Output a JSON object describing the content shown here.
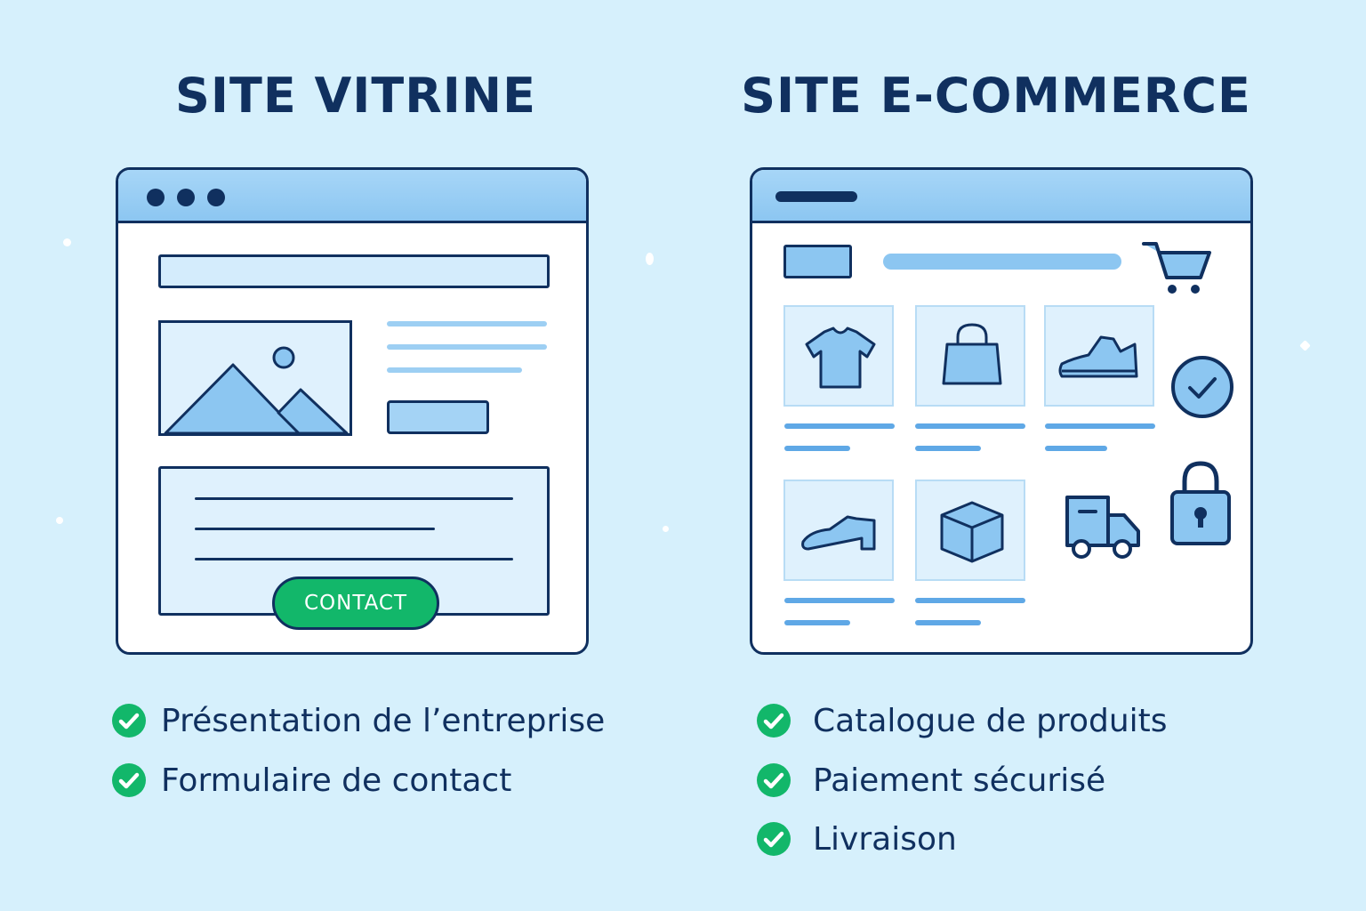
{
  "left": {
    "title": "SITE VITRINE",
    "cta_label": "CONTACT",
    "features": [
      "Présentation de l’entreprise",
      "Formulaire de contact"
    ]
  },
  "right": {
    "title": "SITE E-COMMERCE",
    "features": [
      "Catalogue de produits",
      "Paiement sécurisé",
      "Livraison"
    ],
    "products": [
      {
        "icon": "tshirt-icon"
      },
      {
        "icon": "shopping-bag-icon"
      },
      {
        "icon": "sneaker-icon"
      },
      {
        "icon": "dress-shoe-icon"
      },
      {
        "icon": "box-icon"
      }
    ],
    "side_icons": [
      "check-circle-icon",
      "padlock-icon",
      "delivery-truck-icon",
      "shopping-cart-icon"
    ]
  },
  "colors": {
    "background": "#d6f0fc",
    "navy": "#10305f",
    "accent_blue": "#8cc6f1",
    "green": "#12b76a"
  }
}
